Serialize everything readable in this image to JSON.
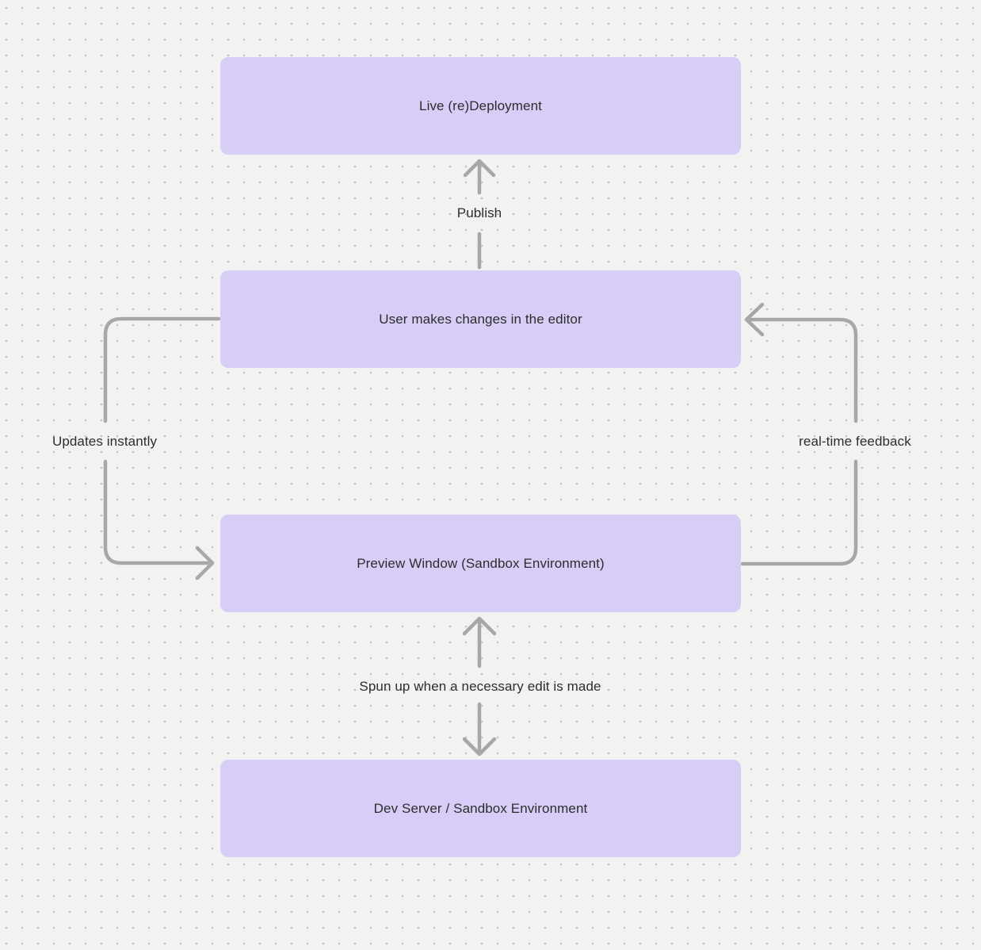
{
  "diagram": {
    "nodes": [
      {
        "id": "live-redeployment",
        "label": "Live (re)Deployment"
      },
      {
        "id": "user-editor",
        "label": "User makes changes in the editor"
      },
      {
        "id": "preview-window",
        "label": "Preview Window (Sandbox Environment)"
      },
      {
        "id": "dev-server",
        "label": "Dev Server / Sandbox Environment"
      }
    ],
    "edges": [
      {
        "id": "publish",
        "label": "Publish",
        "from": "user-editor",
        "to": "live-redeployment",
        "route": "straight-up",
        "arrowheads": "to"
      },
      {
        "id": "updates-instantly",
        "label": "Updates instantly",
        "from": "user-editor",
        "to": "preview-window",
        "route": "left-side-loop",
        "arrowheads": "to"
      },
      {
        "id": "realtime-feedback",
        "label": "real-time feedback",
        "from": "preview-window",
        "to": "user-editor",
        "route": "right-side-loop",
        "arrowheads": "to"
      },
      {
        "id": "spun-up",
        "label": "Spun up when a necessary edit is made",
        "from": "dev-server",
        "to": "preview-window",
        "route": "straight-vertical",
        "arrowheads": "both"
      }
    ]
  },
  "theme": {
    "background": "#f2f2f1",
    "dot_color": "#c6c6c6",
    "node_fill": "#d7cdf7",
    "arrow_color": "#a7a7a7",
    "text_color": "#2d2d2d"
  }
}
